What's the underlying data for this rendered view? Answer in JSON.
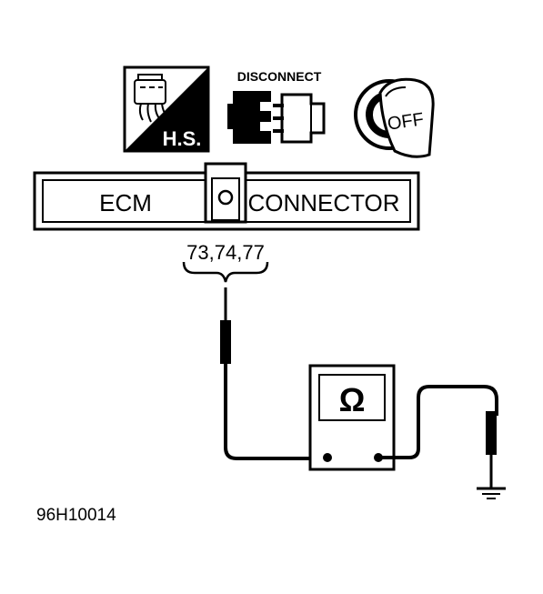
{
  "icons": {
    "harness_side": {
      "label": "H.S.",
      "icon": "harness-side-icon"
    },
    "disconnect": {
      "label": "DISCONNECT",
      "icon": "connector-disconnect-icon"
    },
    "ignition": {
      "label": "OFF",
      "icon": "ignition-key-off-icon"
    }
  },
  "connector": {
    "left_label": "ECM",
    "right_label": "CONNECTOR",
    "pins": "73,74,77"
  },
  "meter": {
    "symbol": "Ω",
    "icon": "ohmmeter-icon"
  },
  "ground": {
    "icon": "ground-icon"
  },
  "figure_id": "96H10014",
  "colors": {
    "ink": "#000000",
    "paper": "#ffffff"
  }
}
